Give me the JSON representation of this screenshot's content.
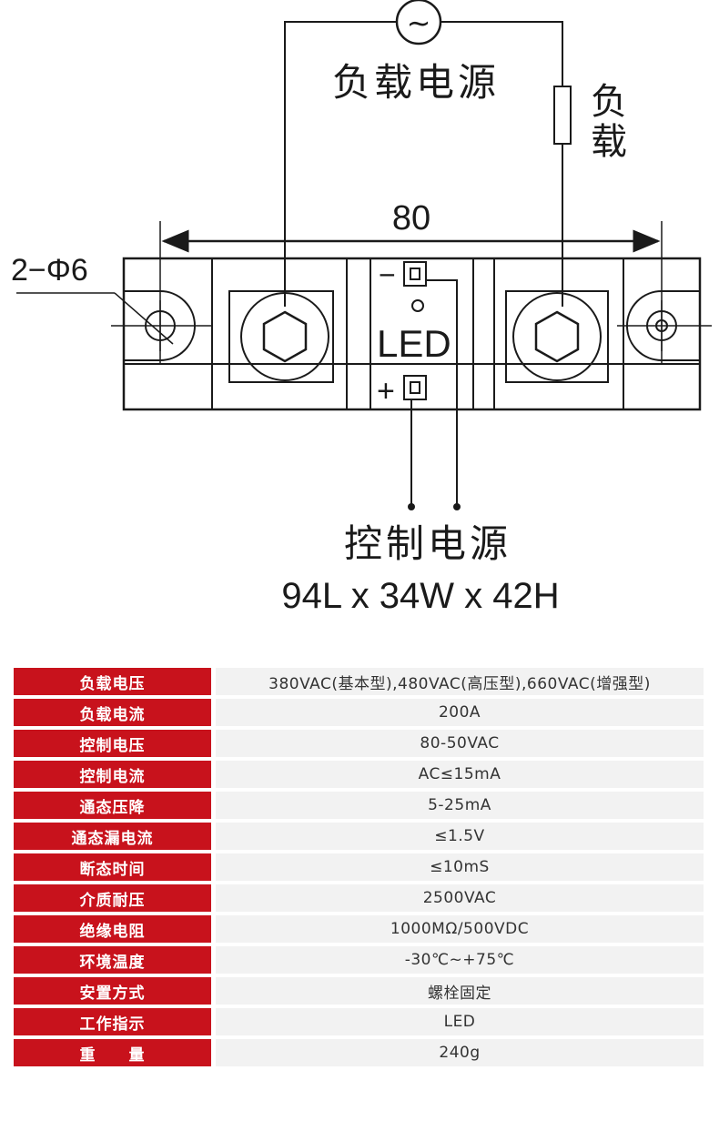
{
  "diagram": {
    "load_power_label": "负载电源",
    "load_label": "负载",
    "width_dimension": "80",
    "hole_spec": "2−Φ6",
    "minus_sign": "−",
    "plus_sign": "+",
    "led_label": "LED",
    "control_power_label": "控制电源",
    "size_label": "94L x 34W x 42H",
    "ac_symbol": "~"
  },
  "specs": [
    {
      "key": "负载电压",
      "value": "380VAC(基本型),480VAC(高压型),660VAC(增强型)"
    },
    {
      "key": "负载电流",
      "value": "200A"
    },
    {
      "key": "控制电压",
      "value": "80-50VAC"
    },
    {
      "key": "控制电流",
      "value": "AC≤15mA"
    },
    {
      "key": "通态压降",
      "value": "5-25mA"
    },
    {
      "key": "通态漏电流",
      "value": "≤1.5V"
    },
    {
      "key": "断态时间",
      "value": "≤10mS"
    },
    {
      "key": "介质耐压",
      "value": "2500VAC"
    },
    {
      "key": "绝缘电阻",
      "value": "1000MΩ/500VDC"
    },
    {
      "key": "环境温度",
      "value": "-30℃~+75℃"
    },
    {
      "key": "安置方式",
      "value": "螺栓固定"
    },
    {
      "key": "工作指示",
      "value": "LED"
    },
    {
      "key": "重　　量",
      "value": "240g"
    }
  ],
  "colors": {
    "key_bg": "#c8121c",
    "value_bg": "#f2f2f2",
    "line": "#1a1a1a"
  }
}
